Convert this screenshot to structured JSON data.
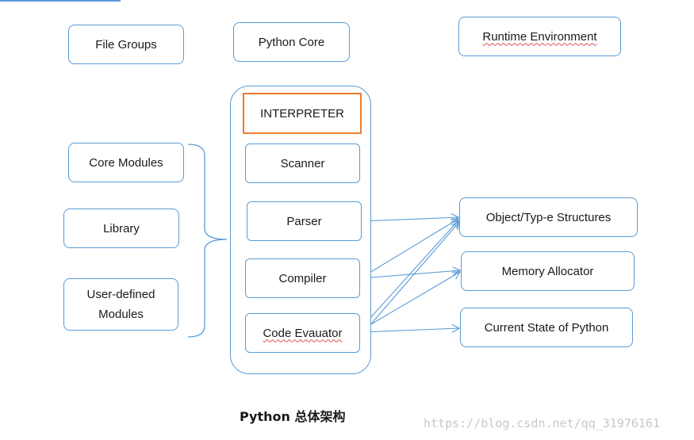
{
  "headers": {
    "file_groups": "File Groups",
    "python_core": "Python Core",
    "runtime_env": "Runtime Environment"
  },
  "file_groups": {
    "core_modules": "Core Modules",
    "library": "Library",
    "user_defined": "User-defined Modules"
  },
  "core": {
    "interpreter": "INTERPRETER",
    "scanner": "Scanner",
    "parser": "Parser",
    "compiler": "Compiler",
    "code_evaluator": "Code Evauator"
  },
  "runtime": {
    "object_type": "Object/Typ-e Structures",
    "memory_allocator": "Memory Allocator",
    "current_state": "Current State of Python"
  },
  "caption": "Python 总体架构",
  "watermark": "https://blog.csdn.net/qq_31976161",
  "colors": {
    "box_border": "#5b9bd5",
    "interpreter_border": "#ed7d31"
  }
}
